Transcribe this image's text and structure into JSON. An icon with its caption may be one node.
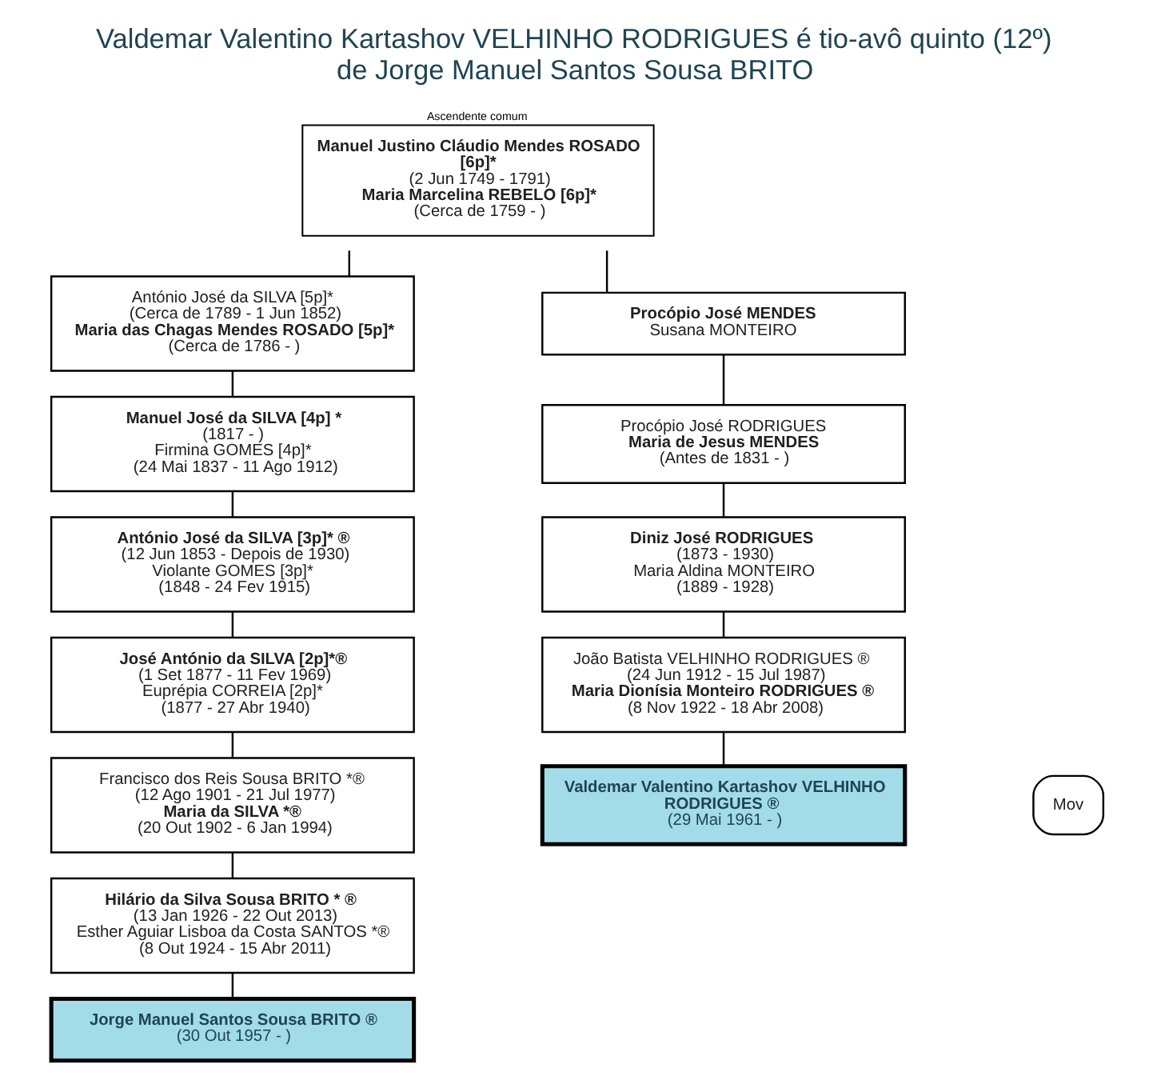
{
  "diagram": {
    "title": "Valdemar Valentino Kartashov VELHINHO RODRIGUES é tio-avô quinto (12º) de Jorge Manuel Santos Sousa BRITO",
    "nodes": [
      {
        "text": [
          "Ascendente comum",
          "Manuel Justino Cláudio Mendes ROSADO [6p]*",
          "(2 Jun 1749 - 1791)",
          "Maria Marcelina REBELO [6p]*",
          "(Cerca de 1759 - )"
        ]
      },
      {
        "text": [
          "António José da SILVA [5p]*",
          "(Cerca de 1789 - 1 Jun 1852)",
          "Maria das Chagas Mendes ROSADO [5p]*",
          "(Cerca de 1786 - )"
        ]
      },
      {
        "text": [
          "Manuel José da SILVA [4p] *",
          "(1817 - )",
          "Firmina GOMES [4p]*",
          "(24 Mai 1837 - 11 Ago 1912)"
        ]
      },
      {
        "text": [
          "António José da SILVA [3p]* ®",
          "(12 Jun 1853 - Depois de 1930)",
          "Violante GOMES [3p]*",
          "(1848 - 24 Fev 1915)"
        ]
      },
      {
        "text": [
          "José António da SILVA [2p]*®",
          "(1 Set 1877 - 11 Fev 1969)",
          "Euprépia CORREIA [2p]*",
          "(1877 - 27 Abr 1940)"
        ]
      },
      {
        "text": [
          "Francisco dos Reis Sousa BRITO *®",
          "(12 Ago 1901 - 21 Jul 1977)",
          "Maria da SILVA *®",
          "(20 Out 1902 - 6 Jan 1994)"
        ]
      },
      {
        "text": [
          "Hilário da Silva Sousa BRITO * ®",
          "(13 Jan 1926 - 22 Out 2013)",
          "Esther Aguiar Lisboa da Costa SANTOS *®",
          "(8 Out 1924 - 15 Abr 2011)"
        ]
      },
      {
        "text": [
          "Jorge Manuel Santos Sousa BRITO ®",
          "(30 Out 1957 - )"
        ]
      },
      {
        "text": [
          "Procópio José MENDES",
          "Susana MONTEIRO"
        ]
      },
      {
        "text": [
          "Procópio José RODRIGUES",
          "Maria de Jesus MENDES",
          "(Antes de 1831 - )"
        ]
      },
      {
        "text": [
          "Diniz José RODRIGUES",
          "(1873 - 1930)",
          "Maria Aldina MONTEIRO",
          "(1889 - 1928)"
        ]
      },
      {
        "text": [
          "João Batista VELHINHO RODRIGUES ®",
          "(24 Jun 1912 - 15 Jul 1987)",
          "Maria Dionísia Monteiro RODRIGUES ®",
          "(8 Nov 1922 - 18 Abr 2008)"
        ]
      },
      {
        "text": [
          "Valdemar Valentino Kartashov VELHINHO RODRIGUES ®",
          "(29 Mai 1961 - )"
        ]
      },
      {
        "text": [
          "Mov"
        ]
      }
    ],
    "edges": [
      {
        "from": 0,
        "to": 1,
        "arrow": "none"
      },
      {
        "from": 1,
        "to": 2,
        "arrow": "none"
      },
      {
        "from": 2,
        "to": 3,
        "arrow": "none"
      },
      {
        "from": 3,
        "to": 4,
        "arrow": "none"
      },
      {
        "from": 4,
        "to": 5,
        "arrow": "none"
      },
      {
        "from": 5,
        "to": 6,
        "arrow": "none"
      },
      {
        "from": 6,
        "to": 7,
        "arrow": "none"
      },
      {
        "from": 0,
        "to": 8,
        "arrow": "none"
      },
      {
        "from": 8,
        "to": 9,
        "arrow": "none"
      },
      {
        "from": 9,
        "to": 10,
        "arrow": "none"
      },
      {
        "from": 10,
        "to": 11,
        "arrow": "none"
      },
      {
        "from": 11,
        "to": 12,
        "arrow": "none"
      }
    ]
  }
}
